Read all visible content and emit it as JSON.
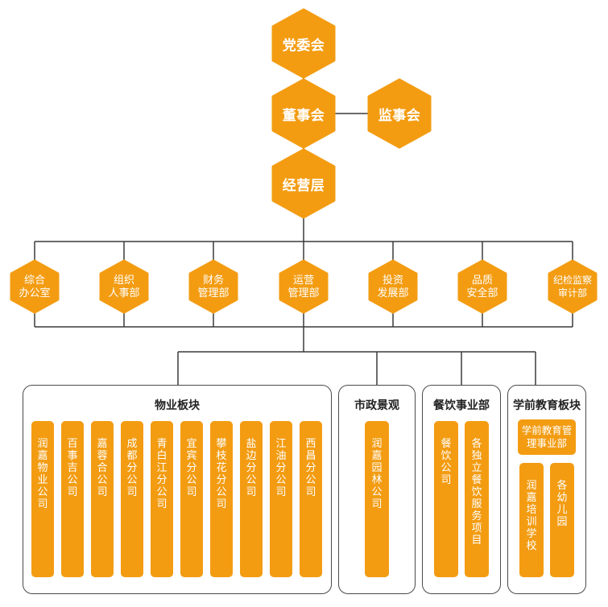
{
  "colors": {
    "accent": "#f39c12",
    "line": "#3a3a3a",
    "border": "#4a4a4a",
    "text": "#222222"
  },
  "top": {
    "party": "党委会",
    "board": "董事会",
    "supervisory": "监事会",
    "management": "经营层"
  },
  "departments": [
    "综合\n办公室",
    "组织\n人事部",
    "财务\n管理部",
    "运营\n管理部",
    "投资\n发展部",
    "品质\n安全部",
    "纪检监察\n审计部"
  ],
  "sectors": {
    "property": {
      "title": "物业板块",
      "companies": [
        "润嘉物业公司",
        "百事吉公司",
        "嘉蓉合公司",
        "成都分公司",
        "青白江分公司",
        "宜宾分公司",
        "攀枝花分公司",
        "盐边分公司",
        "江油分公司",
        "西昌分公司"
      ]
    },
    "municipal": {
      "title": "市政景观",
      "companies": [
        "润嘉园林公司"
      ]
    },
    "catering": {
      "title": "餐饮事业部",
      "companies": [
        "餐饮公司",
        "各独立餐饮服务项目"
      ]
    },
    "education": {
      "title": "学前教育板块",
      "management": "学前教育管理事业部",
      "companies": [
        "润嘉培训学校",
        "各幼儿园"
      ]
    }
  }
}
